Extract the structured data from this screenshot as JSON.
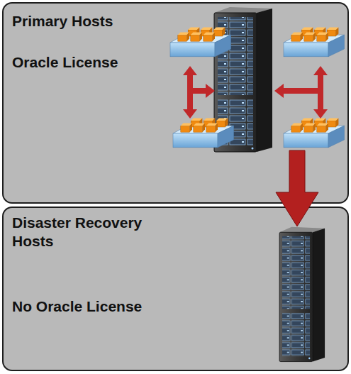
{
  "diagram": {
    "nodes": [
      {
        "text": [
          "Primary Hosts",
          "Oracle License"
        ]
      },
      {
        "text": [
          "Disaster Recovery Hosts",
          "No Oracle License"
        ]
      }
    ],
    "edges": [
      {
        "from": 0,
        "to": 1,
        "arrow": "to"
      }
    ]
  }
}
